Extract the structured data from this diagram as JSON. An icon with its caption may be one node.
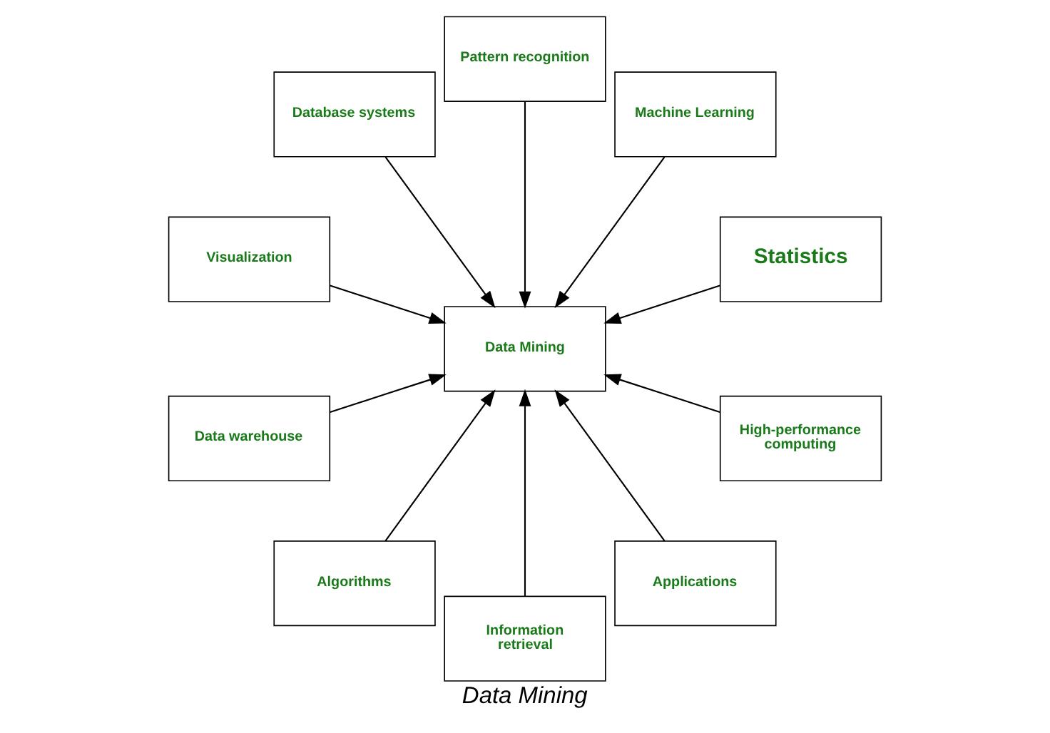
{
  "diagram": {
    "caption": "Data Mining",
    "nodes": [
      {
        "text": [
          "Statistics"
        ]
      },
      {
        "text": [
          "Machine Learning"
        ]
      },
      {
        "text": [
          "Pattern recognition"
        ]
      },
      {
        "text": [
          "Database systems"
        ]
      },
      {
        "text": [
          "Data Mining"
        ]
      },
      {
        "text": [
          "Visualization"
        ]
      },
      {
        "text": [
          "Data warehouse"
        ]
      },
      {
        "text": [
          "Algorithms"
        ]
      },
      {
        "text": [
          "Information retrieval"
        ]
      },
      {
        "text": [
          "Applications"
        ]
      },
      {
        "text": [
          "High-performance computing"
        ]
      }
    ],
    "edges": [
      {
        "from": 0,
        "to": 4,
        "arrow": "to"
      },
      {
        "from": 1,
        "to": 4,
        "arrow": "to"
      },
      {
        "from": 2,
        "to": 4,
        "arrow": "to"
      },
      {
        "from": 3,
        "to": 4,
        "arrow": "to"
      },
      {
        "from": 5,
        "to": 4,
        "arrow": "to"
      },
      {
        "from": 6,
        "to": 4,
        "arrow": "to"
      },
      {
        "from": 7,
        "to": 4,
        "arrow": "to"
      },
      {
        "from": 8,
        "to": 4,
        "arrow": "to"
      },
      {
        "from": 9,
        "to": 4,
        "arrow": "to"
      },
      {
        "from": 10,
        "to": 4,
        "arrow": "to"
      }
    ]
  }
}
